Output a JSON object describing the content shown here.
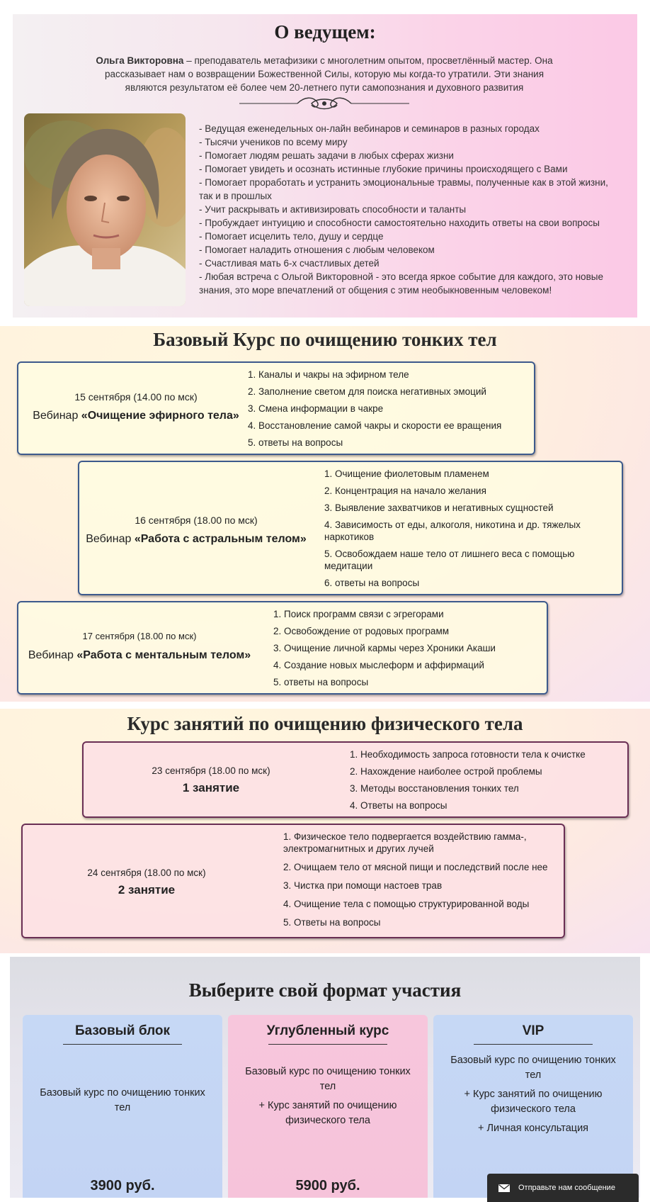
{
  "about": {
    "title": "О ведущем:",
    "intro_name": "Ольга Викторовна",
    "intro_text": " – преподаватель метафизики с многолетним опытом, просветлённый мастер. Она рассказывает нам о возвращении Божественной Силы, которую мы когда-то утратили. Эти знания являются результатом её более чем 20-летнего пути самопознания и духовного развития",
    "items": [
      "- Ведущая еженедельных он-лайн вебинаров и семинаров в разных городах",
      "- Тысячи учеников по всему миру",
      "- Помогает людям решать задачи в любых сферах жизни",
      "- Помогает увидеть и осознать истинные глубокие причины происходящего с Вами",
      "- Помогает проработать и устранить эмоциональные травмы, полученные как в этой жизни, так и в прошлых",
      "- Учит раскрывать и активизировать способности и таланты",
      "- Пробуждает интуицию и способности самостоятельно находить ответы на свои вопросы",
      "- Помогает исцелить тело, душу и сердце",
      "- Помогает наладить отношения с любым человеком",
      "- Счастливая мать 6-х счастливых детей",
      "- Любая встреча с Ольгой Викторовной - это всегда яркое событие для каждого, это новые знания, это море впечатлений от общения с этим необыкновенным человеком!"
    ]
  },
  "basic_course": {
    "title": "Базовый Курс по очищению тонких тел",
    "webinars": [
      {
        "date": "15 сентября (14.00 по мск)",
        "prefix": "Вебинар ",
        "name": "«Очищение эфирного тела»",
        "topics": [
          "1. Каналы и чакры на эфирном теле",
          "2. Заполнение светом для поиска негативных эмоций",
          "3. Смена информации в  чакре",
          "4. Восстановление самой чакры и скорости ее вращения",
          "5. ответы на вопросы"
        ]
      },
      {
        "date": "16 сентября (18.00 по мск)",
        "prefix": "Вебинар ",
        "name": "«Работа с астральным телом»",
        "topics": [
          "1. Очищение фиолетовым пламенем",
          "2. Концентрация на начало желания",
          "3. Выявление захватчиков и негативных  сущностей",
          "4. Зависимость от еды, алкоголя, никотина и др. тяжелых наркотиков",
          "5. Освобождаем наше тело от лишнего веса с помощью медитации",
          "6. ответы на вопросы"
        ]
      },
      {
        "date": "17 сентября (18.00 по мск)",
        "prefix": "Вебинар ",
        "name": "«Работа с ментальным  телом»",
        "topics": [
          "1. Поиск программ связи с эгрегорами",
          "2. Освобождение от родовых программ",
          "3. Очищение личной кармы через Хроники Акаши",
          "4. Создание новых мыслеформ и аффирмаций",
          "5. ответы на вопросы"
        ]
      }
    ]
  },
  "physical_course": {
    "title": "Курс занятий по очищению физического тела",
    "sessions": [
      {
        "date": "23 сентября (18.00 по мск)",
        "name": "1 занятие",
        "topics": [
          "1. Необходимость запроса готовности тела к очистке",
          "2. Нахождение наиболее острой проблемы",
          "3. Методы восстановления тонких тел",
          "4. Ответы на вопросы"
        ]
      },
      {
        "date": "24 сентября (18.00 по мск)",
        "name": "2 занятие",
        "topics": [
          "1.  Физическое тело подвергается воздействию гамма-, электромагнитных и других лучей",
          "2. Очищаем тело от мясной пищи и последствий после нее",
          "3. Чистка при помощи настоев трав",
          "4. Очищение тела с помощью структурированной воды",
          "5. Ответы на вопросы"
        ]
      }
    ]
  },
  "pricing": {
    "title": "Выберите свой формат участия",
    "plans": [
      {
        "name": "Базовый блок",
        "lines": [
          "Базовый курс по очищению тонких тел"
        ],
        "price": "3900 руб."
      },
      {
        "name": "Углубленный курс",
        "lines": [
          "Базовый курс по очищению тонких тел",
          "+ Курс занятий по очищению физического тела"
        ],
        "price": "5900 руб."
      },
      {
        "name": "VIP",
        "lines": [
          "Базовый курс по очищению тонких тел",
          "+ Курс занятий по очищению физического тела",
          "+ Личная консультация"
        ],
        "price": ""
      }
    ]
  },
  "chat": {
    "label": "Отправьте нам сообщение",
    "icon": "envelope-icon"
  }
}
